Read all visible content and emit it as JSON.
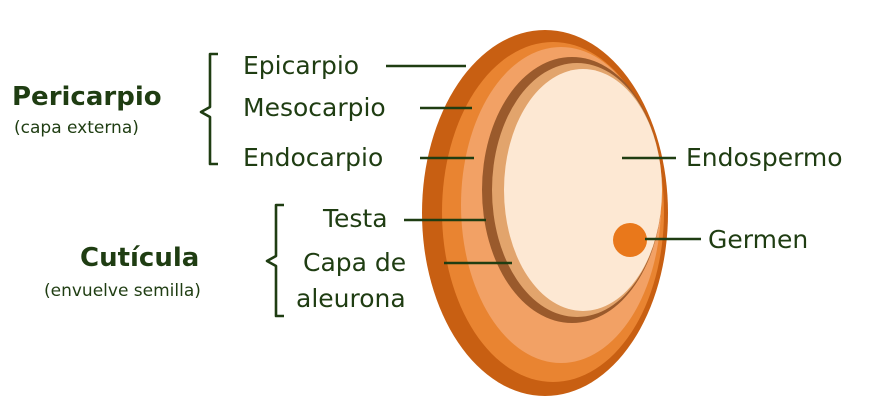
{
  "colors": {
    "outer_layer": "#c85f12",
    "mid_layer": "#e98431",
    "inner_layer": "#f2a165",
    "testa": "#9a5a2c",
    "aleurone": "#e2a46c",
    "endosperm": "#fde8d3",
    "germ": "#e9781b",
    "text": "#1f3d12",
    "leader": "#1f3d12"
  },
  "groups": {
    "pericarpio": {
      "title": "Pericarpio",
      "subtitle": "(capa externa)"
    },
    "cuticula": {
      "title": "Cutícula",
      "subtitle": "(envuelve semilla)"
    }
  },
  "labels": {
    "epicarpio": "Epicarpio",
    "mesocarpio": "Mesocarpio",
    "endocarpio": "Endocarpio",
    "testa": "Testa",
    "capa_de": "Capa de",
    "aleurona": "aleurona",
    "endospermo": "Endospermo",
    "germen": "Germen"
  }
}
